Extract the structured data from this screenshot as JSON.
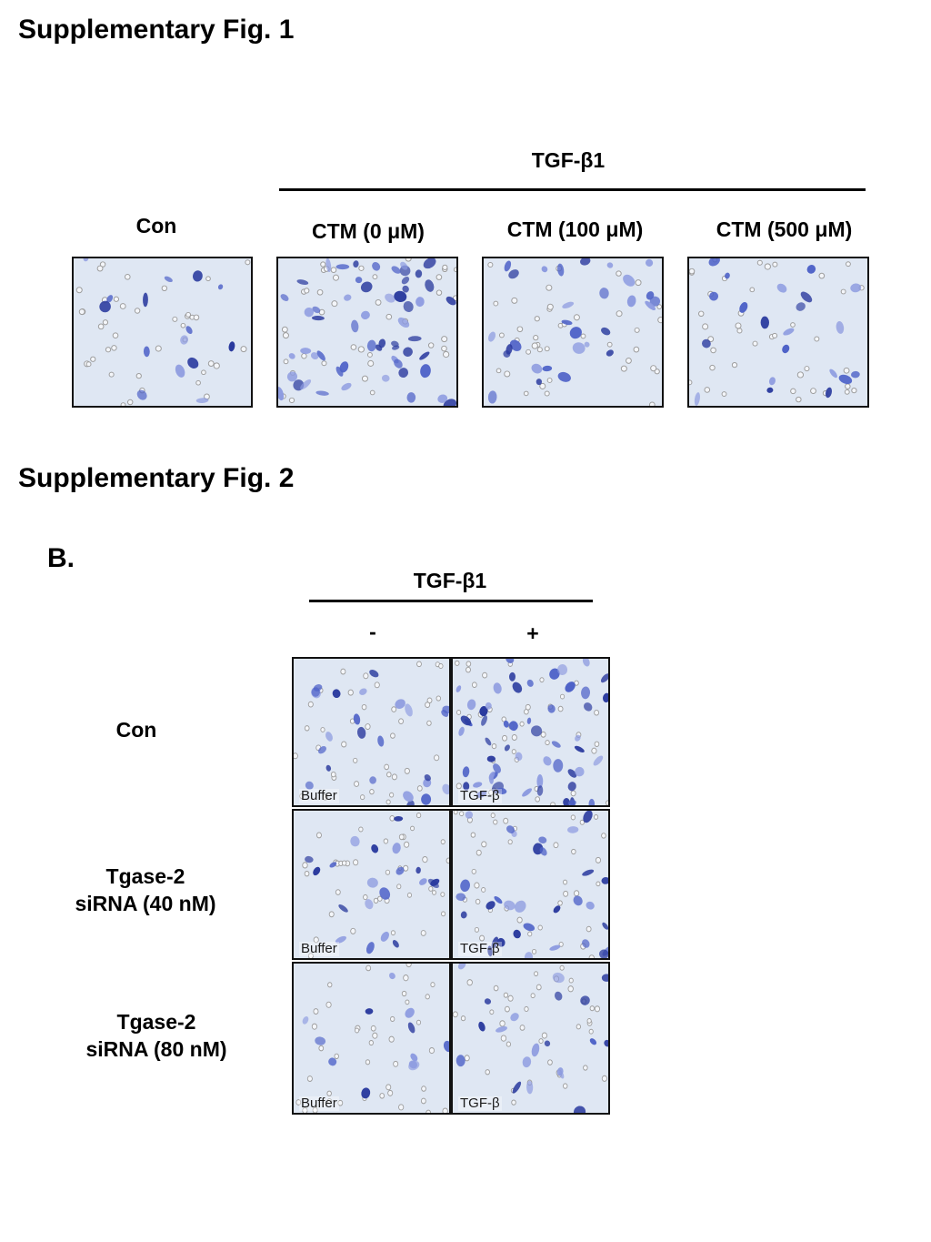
{
  "figure1": {
    "heading": "Supplementary Fig. 1",
    "treatment_label": "TGF-β1",
    "columns": [
      {
        "label": "Con",
        "density": 0.18
      },
      {
        "label": "CTM (0 μM)",
        "density": 1.0
      },
      {
        "label": "CTM (100 μM)",
        "density": 0.45
      },
      {
        "label": "CTM (500 μM)",
        "density": 0.3
      }
    ]
  },
  "figure2": {
    "heading": "Supplementary Fig. 2",
    "panel_letter": "B.",
    "treatment_label": "TGF-β1",
    "column_signs": [
      "-",
      "+"
    ],
    "rows": [
      {
        "label_line1": "Con",
        "label_line2": ""
      },
      {
        "label_line1": "Tgase-2",
        "label_line2": "siRNA (40 nM)"
      },
      {
        "label_line1": "Tgase-2",
        "label_line2": "siRNA (80 nM)"
      }
    ],
    "panels": [
      {
        "overlay": "Buffer",
        "density": 0.35
      },
      {
        "overlay": "TGF-β",
        "density": 1.0
      },
      {
        "overlay": "Buffer",
        "density": 0.3
      },
      {
        "overlay": "TGF-β",
        "density": 0.5
      },
      {
        "overlay": "Buffer",
        "density": 0.12
      },
      {
        "overlay": "TGF-β",
        "density": 0.28
      }
    ]
  },
  "colors": {
    "stain_dark": "#2a3a9e",
    "stain_mid": "#4f63c8",
    "stain_light": "#8d9be0",
    "background": "#dfe7f3",
    "pore_ring": "#9c9c9c"
  }
}
